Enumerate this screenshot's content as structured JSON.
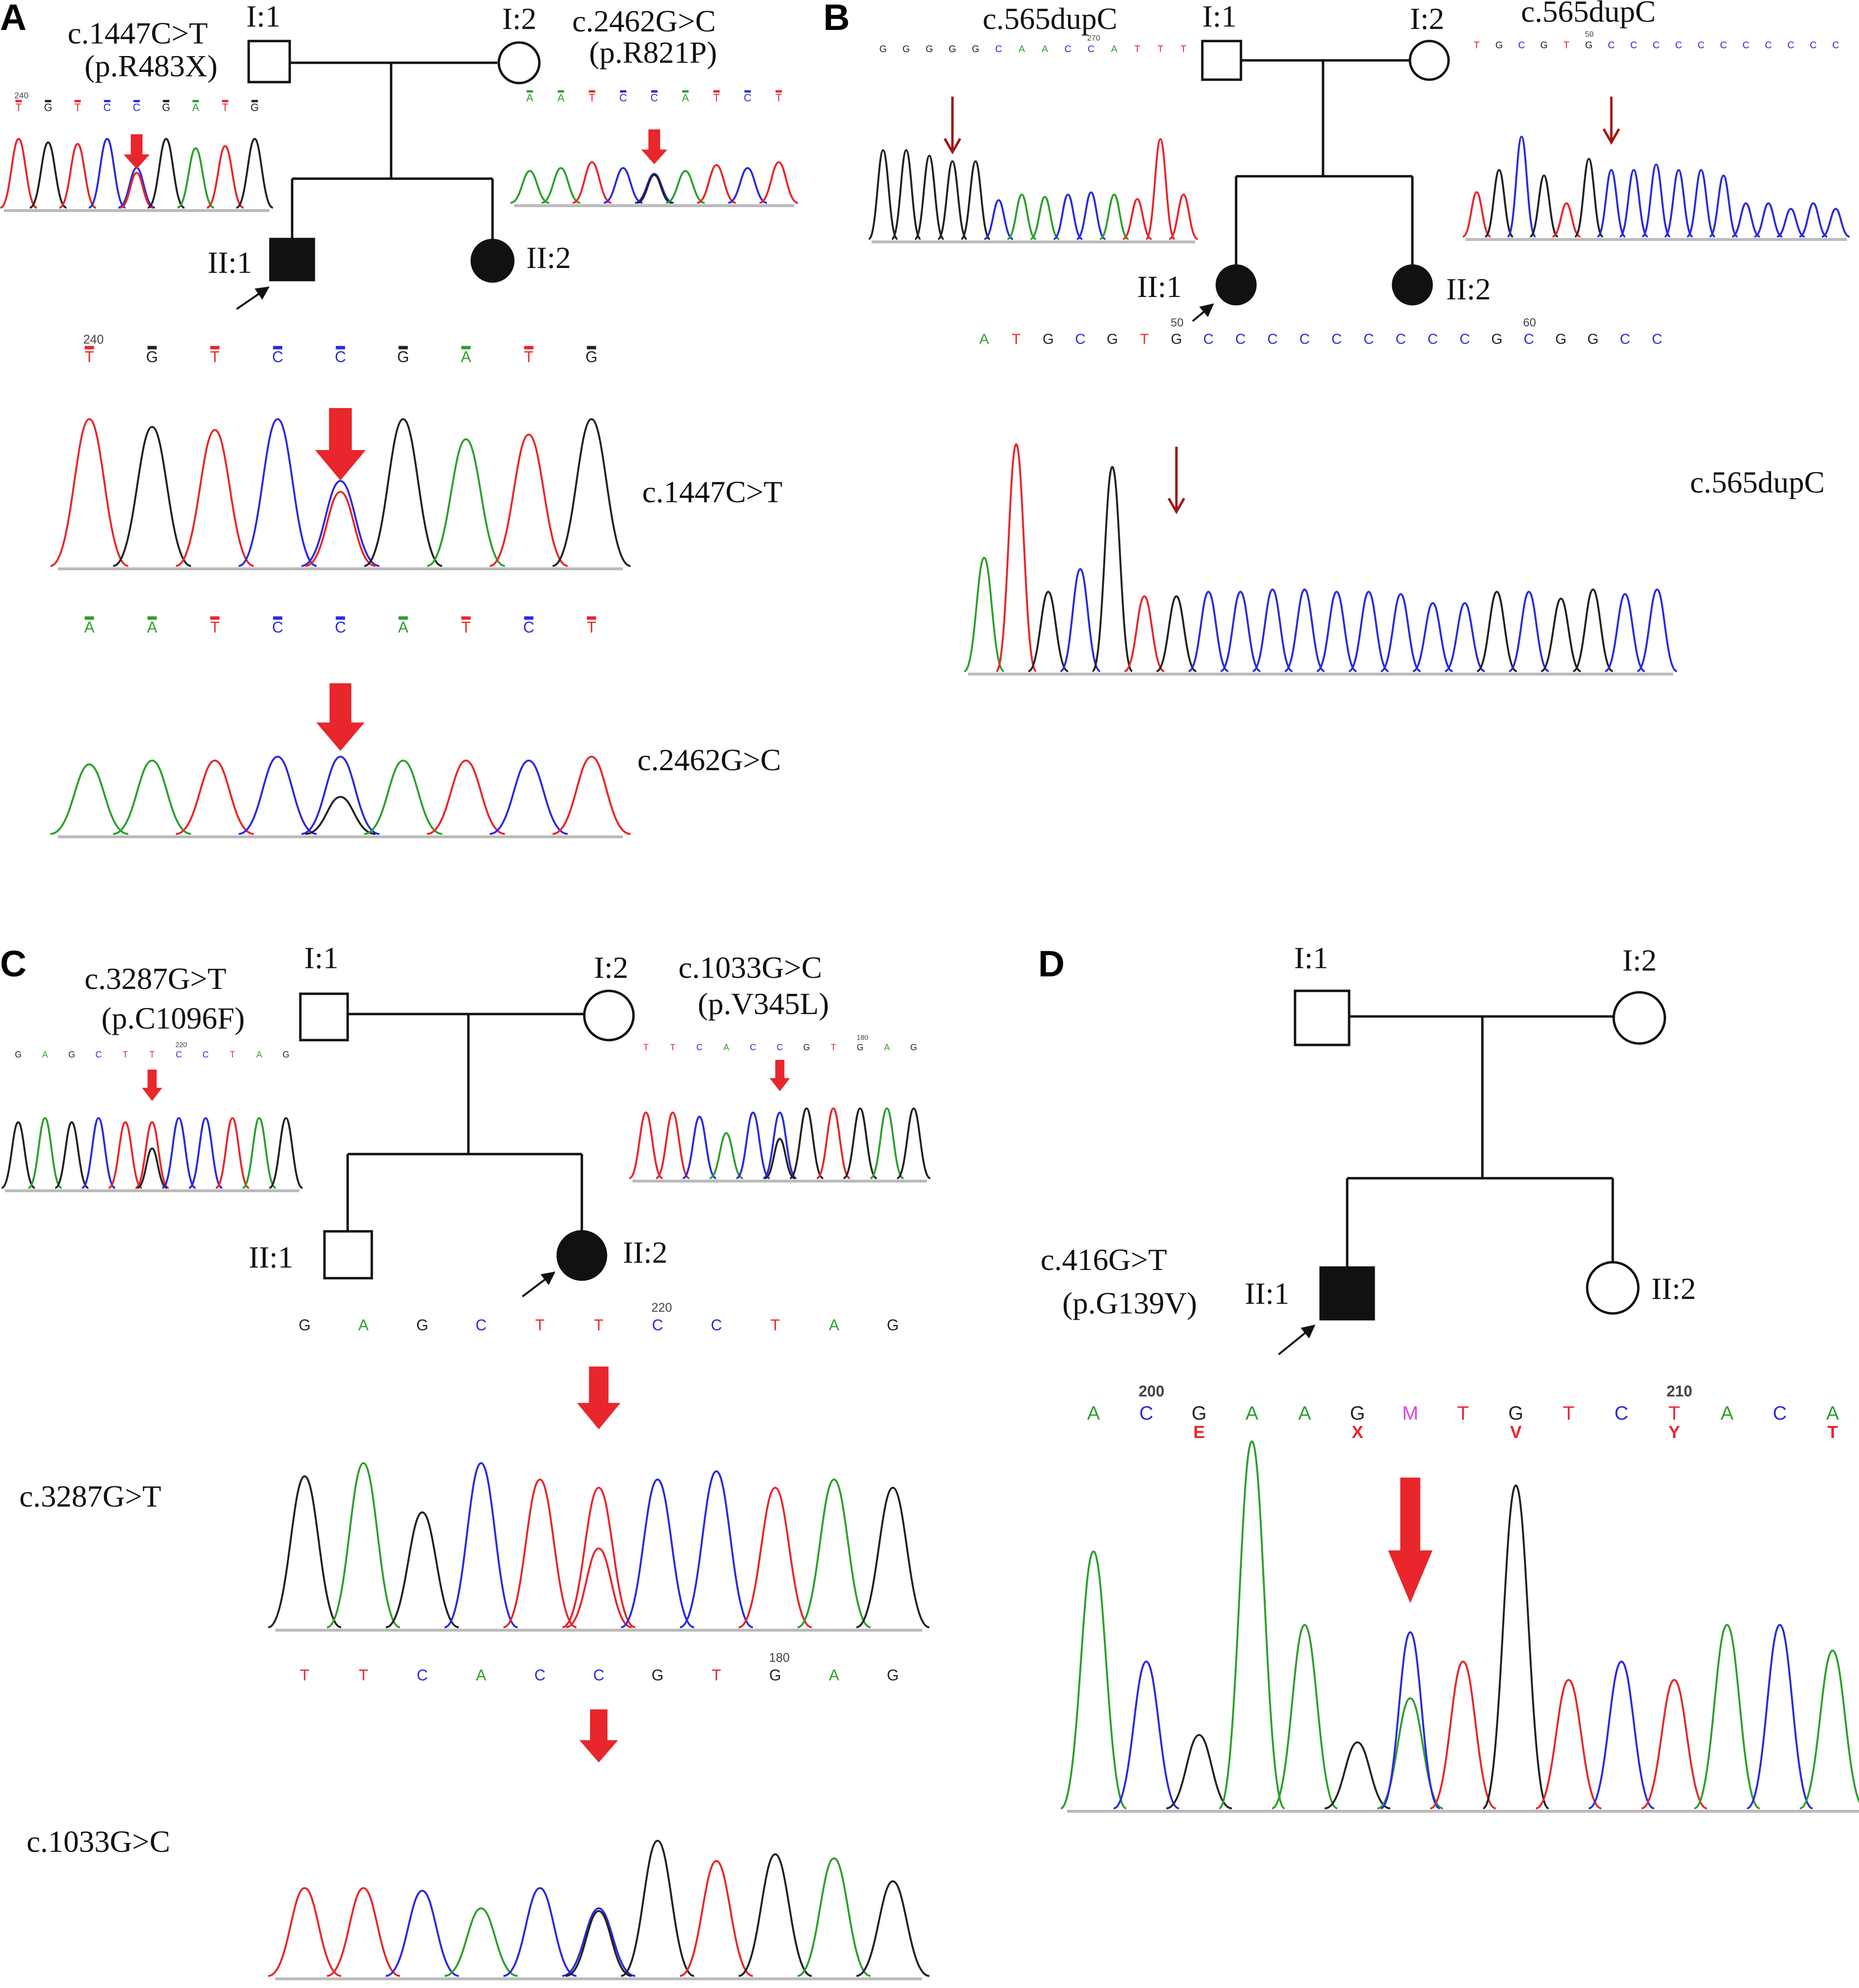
{
  "colors": {
    "A": "#2ca02c",
    "C": "#2a2ae0",
    "G": "#222222",
    "T": "#e8262b",
    "M": "#e040e0",
    "arrow": "#e8262b",
    "darkArrow": "#a01515"
  },
  "panels": [
    {
      "id": "A",
      "label": "A",
      "pedigree": {
        "I1": "I:1",
        "I2": "I:2",
        "II1": "II:1",
        "II2": "II:2"
      },
      "father_variant": {
        "hgvs": "c.1447C>T",
        "protein": "(p.R483X)"
      },
      "mother_variant": {
        "hgvs": "c.2462G>C",
        "protein": "(p.R821P)"
      },
      "small_left": {
        "pos": "240",
        "bases": [
          "T",
          "G",
          "T",
          "C",
          "C",
          "G",
          "A",
          "T",
          "G"
        ]
      },
      "small_right": {
        "bases": [
          "A",
          "A",
          "T",
          "C",
          "C",
          "A",
          "T",
          "C",
          "T"
        ]
      },
      "trace1": {
        "pos": "240",
        "bases": [
          "T",
          "G",
          "T",
          "C",
          "C",
          "G",
          "A",
          "T",
          "G"
        ],
        "label": "c.1447C>T"
      },
      "trace2": {
        "bases": [
          "A",
          "A",
          "T",
          "C",
          "C",
          "A",
          "T",
          "C",
          "T"
        ],
        "label": "c.2462G>C"
      }
    },
    {
      "id": "B",
      "label": "B",
      "pedigree": {
        "I1": "I:1",
        "I2": "I:2",
        "II1": "II:1",
        "II2": "II:2"
      },
      "left_variant": "c.565dupC",
      "right_variant": "c.565dupC",
      "small_left": {
        "pos": "270",
        "bases": [
          "G",
          "G",
          "G",
          "G",
          "G",
          "C",
          "A",
          "A",
          "C",
          "C",
          "A",
          "T",
          "T",
          "T"
        ]
      },
      "small_right": {
        "pos": "50",
        "bases": [
          "T",
          "G",
          "C",
          "G",
          "T",
          "G",
          "C",
          "C",
          "C",
          "C",
          "C",
          "C",
          "C",
          "C",
          "C",
          "C",
          "C"
        ]
      },
      "main": {
        "bases": [
          "A",
          "T",
          "G",
          "C",
          "G",
          "T",
          "G",
          "C",
          "C",
          "C",
          "C",
          "C",
          "C",
          "C",
          "C",
          "C",
          "G",
          "C",
          "G",
          "G",
          "C",
          "C"
        ],
        "pos1": "50",
        "pos2": "60",
        "label": "c.565dupC"
      }
    },
    {
      "id": "C",
      "label": "C",
      "pedigree": {
        "I1": "I:1",
        "I2": "I:2",
        "II1": "II:1",
        "II2": "II:2"
      },
      "father_variant": {
        "hgvs": "c.3287G>T",
        "protein": "(p.C1096F)"
      },
      "mother_variant": {
        "hgvs": "c.1033G>C",
        "protein": "(p.V345L)"
      },
      "small_left": {
        "pos": "220",
        "bases": [
          "G",
          "A",
          "G",
          "C",
          "T",
          "T",
          "C",
          "C",
          "T",
          "A",
          "G"
        ]
      },
      "small_right": {
        "pos": "180",
        "bases": [
          "T",
          "T",
          "C",
          "A",
          "C",
          "C",
          "G",
          "T",
          "G",
          "A",
          "G"
        ]
      },
      "trace1": {
        "pos": "220",
        "bases": [
          "G",
          "A",
          "G",
          "C",
          "T",
          "T",
          "C",
          "C",
          "T",
          "A",
          "G"
        ],
        "label": "c.3287G>T"
      },
      "trace2": {
        "pos": "180",
        "bases": [
          "T",
          "T",
          "C",
          "A",
          "C",
          "C",
          "G",
          "T",
          "G",
          "A",
          "G"
        ],
        "label": "c.1033G>C"
      }
    },
    {
      "id": "D",
      "label": "D",
      "pedigree": {
        "I1": "I:1",
        "I2": "I:2",
        "II1": "II:1",
        "II2": "II:2"
      },
      "variant": {
        "hgvs": "c.416G>T",
        "protein": "(p.G139V)"
      },
      "trace": {
        "pos1": "200",
        "pos2": "210",
        "bases": [
          "A",
          "C",
          "G",
          "A",
          "A",
          "G",
          "M",
          "T",
          "G",
          "T",
          "C",
          "T",
          "A",
          "C",
          "A"
        ],
        "aa": [
          "",
          "",
          "E",
          "",
          "",
          "X",
          "",
          "",
          "V",
          "",
          "",
          "Y",
          "",
          "",
          "T"
        ]
      }
    }
  ]
}
